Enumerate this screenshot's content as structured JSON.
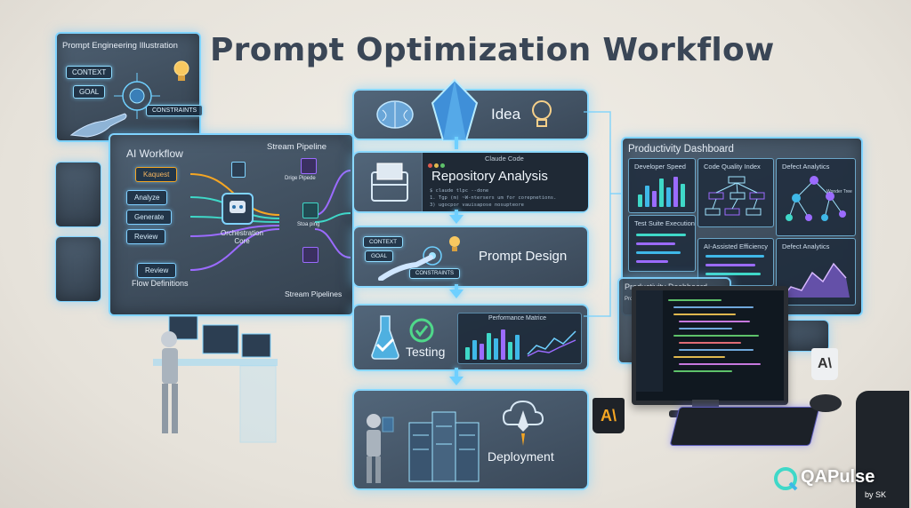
{
  "title": "Prompt Optimization Workflow",
  "prompt_illustration": {
    "title": "Prompt Engineering Illustration",
    "chips": [
      "CONTEXT",
      "GOAL",
      "CONSTRAINTS"
    ]
  },
  "ai_workflow": {
    "title": "AI Workflow",
    "stream_title": "Stream Pipeline",
    "items": [
      "Kaquest",
      "Analyze",
      "Generate",
      "Review",
      "Review"
    ],
    "core_label": "Orchestration Core",
    "flow_label": "Flow Definitions",
    "stream_footer": "Stream Pipelines",
    "outputs": [
      "Drige Pipede",
      "Stoa ping",
      ""
    ]
  },
  "steps": {
    "idea": "Idea",
    "repo": {
      "window_title": "Claude Code",
      "label": "Repository Analysis",
      "code_lines": [
        "$ claude tlpc --done",
        "1. Tgp (m) ~W-ntersers um for corepnetions.",
        "3) ugocpor  vauisapose  nosupteore"
      ]
    },
    "prompt": {
      "label": "Prompt Design",
      "chips": [
        "CONTEXT",
        "GOAL",
        "CONSTRAINTS"
      ]
    },
    "testing": {
      "label": "Testing",
      "chart_title": "Performance Matrice"
    },
    "deploy": "Deployment"
  },
  "dashboard": {
    "title": "Productivity Dashboard",
    "cards": [
      "Developer Speed",
      "Code Quality Index",
      "Defect Analytics",
      "Test Suite Execution",
      "AI-Assisted Efficiency",
      "Defect Analytics"
    ],
    "tree_label": "Wonder Tree",
    "second_title": "Productivity Dashboard",
    "second_sub": "Prompt Explor..."
  },
  "brand": {
    "name": "QAPulse",
    "sub": "by SK"
  },
  "colors": {
    "glow": "#7fd3ff",
    "accent_teal": "#3fd8c8",
    "accent_purple": "#9b6bff",
    "accent_orange": "#f5a623"
  }
}
